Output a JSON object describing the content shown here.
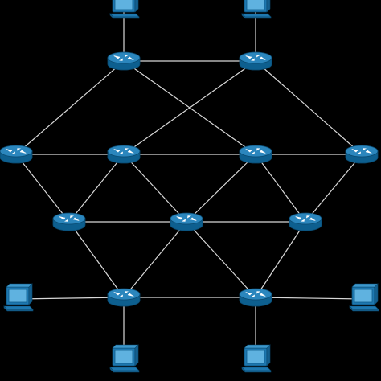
{
  "colors": {
    "background": "#000000",
    "link": "#d8d8d8",
    "router_side": "#0d5f8f",
    "router_top": "#2b86bd",
    "router_arrow": "#ffffff",
    "computer_frame": "#1e78b0",
    "computer_screen": "#2a86be",
    "computer_screen_inner": "#5fb2e0"
  },
  "diagram": {
    "routers": [
      {
        "id": "r1",
        "icon": "router-icon"
      },
      {
        "id": "r2",
        "icon": "router-icon"
      },
      {
        "id": "r3",
        "icon": "router-icon"
      },
      {
        "id": "r4",
        "icon": "router-icon"
      },
      {
        "id": "r5",
        "icon": "router-icon"
      },
      {
        "id": "r6",
        "icon": "router-icon"
      },
      {
        "id": "r7",
        "icon": "router-icon"
      },
      {
        "id": "r8",
        "icon": "router-icon"
      },
      {
        "id": "r9",
        "icon": "router-icon"
      },
      {
        "id": "r10",
        "icon": "router-icon"
      },
      {
        "id": "r11",
        "icon": "router-icon"
      }
    ],
    "computers": [
      {
        "id": "c1",
        "icon": "computer-icon"
      },
      {
        "id": "c2",
        "icon": "computer-icon"
      },
      {
        "id": "c3",
        "icon": "computer-icon"
      },
      {
        "id": "c4",
        "icon": "computer-icon"
      },
      {
        "id": "c5",
        "icon": "computer-icon"
      },
      {
        "id": "c6",
        "icon": "computer-icon"
      }
    ],
    "links": [
      [
        "c1",
        "r1"
      ],
      [
        "c2",
        "r2"
      ],
      [
        "r1",
        "r2"
      ],
      [
        "r1",
        "r3"
      ],
      [
        "r1",
        "r5"
      ],
      [
        "r2",
        "r4"
      ],
      [
        "r2",
        "r6"
      ],
      [
        "r3",
        "r4"
      ],
      [
        "r4",
        "r5"
      ],
      [
        "r5",
        "r6"
      ],
      [
        "r3",
        "r7"
      ],
      [
        "r4",
        "r7"
      ],
      [
        "r4",
        "r8"
      ],
      [
        "r5",
        "r8"
      ],
      [
        "r5",
        "r9"
      ],
      [
        "r6",
        "r9"
      ],
      [
        "r7",
        "r8"
      ],
      [
        "r8",
        "r9"
      ],
      [
        "r7",
        "r10"
      ],
      [
        "r8",
        "r10"
      ],
      [
        "r8",
        "r11"
      ],
      [
        "r9",
        "r11"
      ],
      [
        "r10",
        "r11"
      ],
      [
        "c3",
        "r10"
      ],
      [
        "c4",
        "r11"
      ],
      [
        "c5",
        "r10"
      ],
      [
        "c6",
        "r11"
      ]
    ]
  }
}
